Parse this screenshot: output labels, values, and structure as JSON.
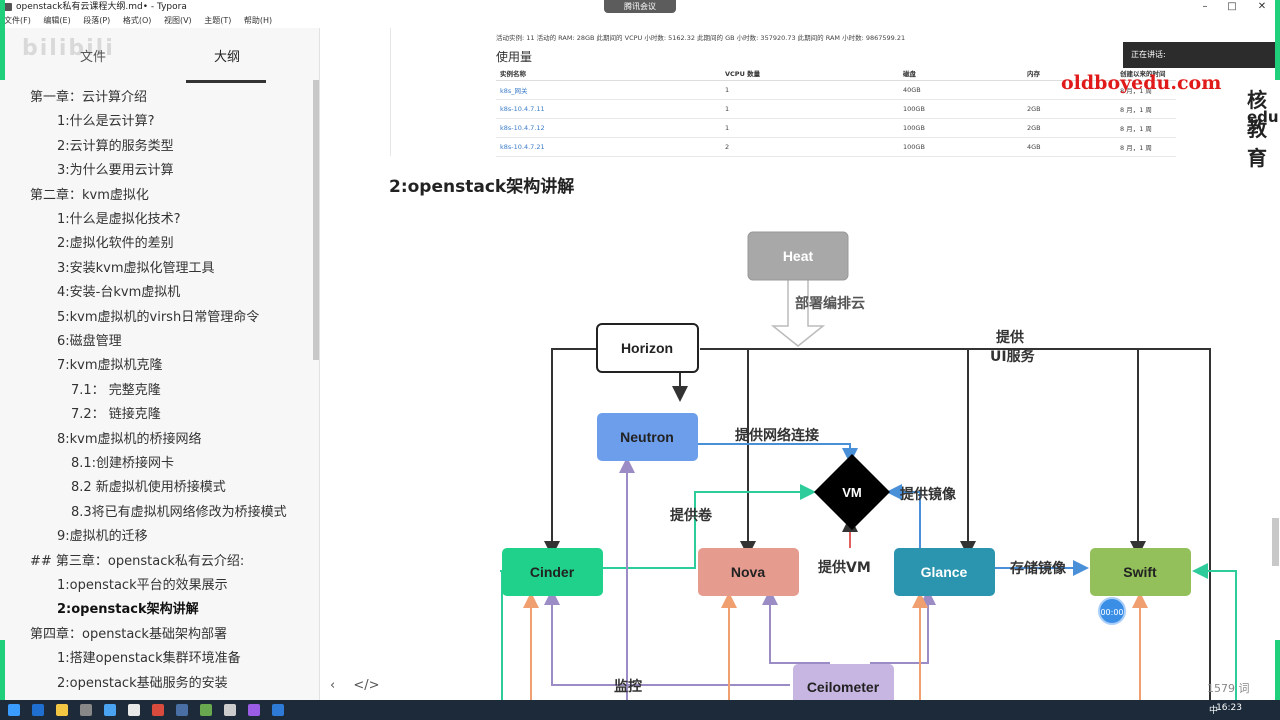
{
  "window": {
    "title": "openstack私有云课程大纲.md• - Typora",
    "meeting_badge": "腾讯会议"
  },
  "menu": [
    "文件(F)",
    "编辑(E)",
    "段落(P)",
    "格式(O)",
    "视图(V)",
    "主题(T)",
    "帮助(H)"
  ],
  "sidebar": {
    "tabs": [
      "文件",
      "大纲"
    ],
    "active_tab": "大纲",
    "watermark": "bilibili",
    "outline": [
      {
        "label": "第一章：云计算介绍",
        "level": 1
      },
      {
        "label": "1:什么是云计算?",
        "level": 2
      },
      {
        "label": "2:云计算的服务类型",
        "level": 2
      },
      {
        "label": "3:为什么要用云计算",
        "level": 2
      },
      {
        "label": "第二章：kvm虚拟化",
        "level": 1
      },
      {
        "label": "1:什么是虚拟化技术?",
        "level": 2
      },
      {
        "label": "2:虚拟化软件的差别",
        "level": 2
      },
      {
        "label": "3:安装kvm虚拟化管理工具",
        "level": 2
      },
      {
        "label": "4:安装-台kvm虚拟机",
        "level": 2
      },
      {
        "label": "5:kvm虚拟机的virsh日常管理命令",
        "level": 2
      },
      {
        "label": "6:磁盘管理",
        "level": 2
      },
      {
        "label": "7:kvm虚拟机克隆",
        "level": 2
      },
      {
        "label": "7.1： 完整克隆",
        "level": 3
      },
      {
        "label": "7.2： 链接克隆",
        "level": 3
      },
      {
        "label": "8:kvm虚拟机的桥接网络",
        "level": 2
      },
      {
        "label": "8.1:创建桥接网卡",
        "level": 3
      },
      {
        "label": "8.2 新虚拟机使用桥接模式",
        "level": 3
      },
      {
        "label": "8.3将已有虚拟机网络修改为桥接模式",
        "level": 3
      },
      {
        "label": "9:虚拟机的迁移",
        "level": 2
      },
      {
        "label": "## 第三章：openstack私有云介绍:",
        "level": 1
      },
      {
        "label": "1:openstack平台的效果展示",
        "level": 2
      },
      {
        "label": "2:openstack架构讲解",
        "level": 2,
        "active": true
      },
      {
        "label": "第四章：openstack基础架构部署",
        "level": 1
      },
      {
        "label": "1:搭建openstack集群环境准备",
        "level": 2
      },
      {
        "label": "2:openstack基础服务的安装",
        "level": 2
      }
    ],
    "bottom_left": "‹",
    "bottom_right": "</>"
  },
  "screenshot": {
    "stats": "活动实例:  11 活动的 RAM:  28GB 此期间的 VCPU 小时数:  5162.32 此期间的 GB 小时数:  357920.73 此期间的 RAM 小时数:  9867599.21",
    "usage_title": "使用量",
    "columns": [
      "实例名称",
      "VCPU 数量",
      "磁盘",
      "内存",
      "创建以来的时间"
    ],
    "rows": [
      [
        "k8s_网关",
        "1",
        "40GB",
        "",
        "8 月，1 周"
      ],
      [
        "k8s-10.4.7.11",
        "1",
        "100GB",
        "2GB",
        "8 月，1 周"
      ],
      [
        "k8s-10.4.7.12",
        "1",
        "100GB",
        "2GB",
        "8 月，1 周"
      ],
      [
        "k8s-10.4.7.21",
        "2",
        "100GB",
        "4GB",
        "8 月，1 周"
      ]
    ],
    "brand_url": "oldboyedu.com",
    "brand_cn": "核教育",
    "brand_edu": "edu.com",
    "speaking_label": "正在讲话:"
  },
  "heading": "2:openstack架构讲解",
  "diagram": {
    "nodes": {
      "heat": "Heat",
      "horizon": "Horizon",
      "neutron": "Neutron",
      "vm": "VM",
      "cinder": "Cinder",
      "nova": "Nova",
      "glance": "Glance",
      "swift": "Swift",
      "ceilometer": "Ceilometer"
    },
    "labels": {
      "orchestrate": "部署编排云",
      "provide": "提供",
      "ui_service": "UI服务",
      "network": "提供网络连接",
      "image": "提供镜像",
      "volume": "提供卷",
      "provide_vm": "提供VM",
      "store_image": "存储镜像",
      "monitor": "监控"
    },
    "colors": {
      "heat": "#a8a8a8",
      "neutron": "#6d9eeb",
      "cinder": "#1fd18a",
      "nova": "#e69b8f",
      "glance": "#2b95b0",
      "swift": "#93c05a",
      "ceilometer": "#c8b6e2"
    }
  },
  "status": {
    "timer": "00:00",
    "word_count": "1579 词"
  },
  "taskbar": {
    "lang": "中",
    "clock": "16:23"
  }
}
